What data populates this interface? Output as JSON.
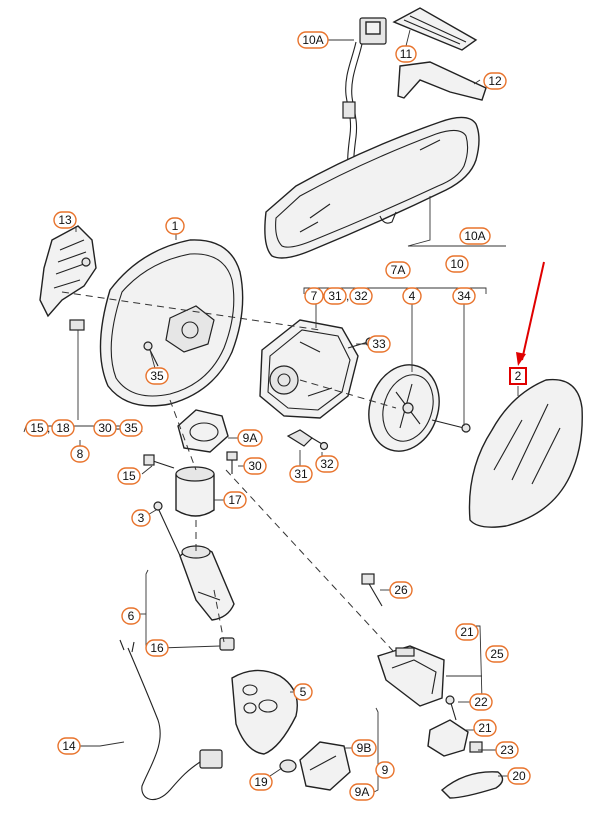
{
  "diagram": {
    "accent_color": "#e8732c",
    "highlight_color": "#e00000",
    "callouts": [
      {
        "id": "c-10a-top",
        "label": "10A"
      },
      {
        "id": "c-11",
        "label": "11"
      },
      {
        "id": "c-12",
        "label": "12"
      },
      {
        "id": "c-10a-mid",
        "label": "10A"
      },
      {
        "id": "c-10",
        "label": "10"
      },
      {
        "id": "c-13",
        "label": "13"
      },
      {
        "id": "c-1",
        "label": "1"
      },
      {
        "id": "c-7a",
        "label": "7A"
      },
      {
        "id": "c-7",
        "label": "7"
      },
      {
        "id": "c-31a",
        "label": "31"
      },
      {
        "id": "c-32a",
        "label": "32"
      },
      {
        "id": "c-4",
        "label": "4"
      },
      {
        "id": "c-34",
        "label": "34"
      },
      {
        "id": "c-33",
        "label": "33"
      },
      {
        "id": "c-35a",
        "label": "35"
      },
      {
        "id": "c-2",
        "label": "2"
      },
      {
        "id": "c-15a",
        "label": "15"
      },
      {
        "id": "c-18",
        "label": "18"
      },
      {
        "id": "c-30a",
        "label": "30"
      },
      {
        "id": "c-35b",
        "label": "35"
      },
      {
        "id": "c-8",
        "label": "8"
      },
      {
        "id": "c-9a-mid",
        "label": "9A"
      },
      {
        "id": "c-30b",
        "label": "30"
      },
      {
        "id": "c-31b",
        "label": "31"
      },
      {
        "id": "c-32b",
        "label": "32"
      },
      {
        "id": "c-15b",
        "label": "15"
      },
      {
        "id": "c-17",
        "label": "17"
      },
      {
        "id": "c-3",
        "label": "3"
      },
      {
        "id": "c-6",
        "label": "6"
      },
      {
        "id": "c-26",
        "label": "26"
      },
      {
        "id": "c-16",
        "label": "16"
      },
      {
        "id": "c-21a",
        "label": "21"
      },
      {
        "id": "c-25",
        "label": "25"
      },
      {
        "id": "c-5",
        "label": "5"
      },
      {
        "id": "c-22",
        "label": "22"
      },
      {
        "id": "c-21b",
        "label": "21"
      },
      {
        "id": "c-14",
        "label": "14"
      },
      {
        "id": "c-9b",
        "label": "9B"
      },
      {
        "id": "c-23",
        "label": "23"
      },
      {
        "id": "c-9",
        "label": "9"
      },
      {
        "id": "c-19",
        "label": "19"
      },
      {
        "id": "c-20",
        "label": "20"
      },
      {
        "id": "c-9a-bot",
        "label": "9A"
      }
    ],
    "group_labels": [
      {
        "id": "g-sep-7a",
        "label": ","
      },
      {
        "id": "g-sep-15",
        "label": ","
      },
      {
        "id": "g-sep-30",
        "label": "-"
      }
    ]
  }
}
